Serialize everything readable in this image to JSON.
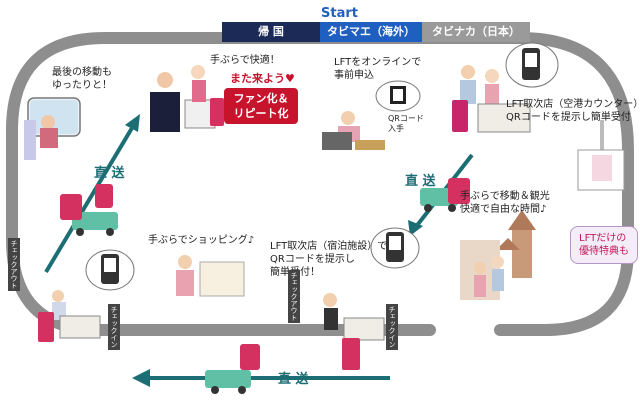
{
  "start_label": "Start",
  "phases": {
    "kikoku": "帰 国",
    "tabimae": "タビマエ（海外）",
    "tabinaka": "タビナカ（日本）"
  },
  "labels": {
    "last_move": "最後の移動も\nゆったりと！",
    "hands_free_comfort": "手ぶらで快適！",
    "come_again": "また来よう♥",
    "online_apply": "LFTをオンラインで\n事前申込",
    "qr_get": "QRコード\n入手",
    "airport_counter": "LFT取次店（空港カウンター）で\nQRコードを提示し簡単受付",
    "hands_free_move": "手ぶらで移動＆観光\n快適で自由な時間♪",
    "shopping": "手ぶらでショッピング♪",
    "hotel_counter": "LFT取次店（宿泊施設）で\nQRコードを提示し\n簡単受付！",
    "lft_only": "LFTだけの\n優待特典も",
    "chokuso": "直 送",
    "checkout": "チェックアウト",
    "checkin": "チェックイン"
  },
  "badge": "ファン化＆\nリピート化",
  "colors": {
    "track": "#8a8a8a",
    "phase_dark": "#1b2a56",
    "phase_blue": "#1f5fbf",
    "phase_gray": "#9a9a9a",
    "arrow": "#1c6d74",
    "badge_red": "#c8132c",
    "start_blue": "#1f5fbf"
  }
}
